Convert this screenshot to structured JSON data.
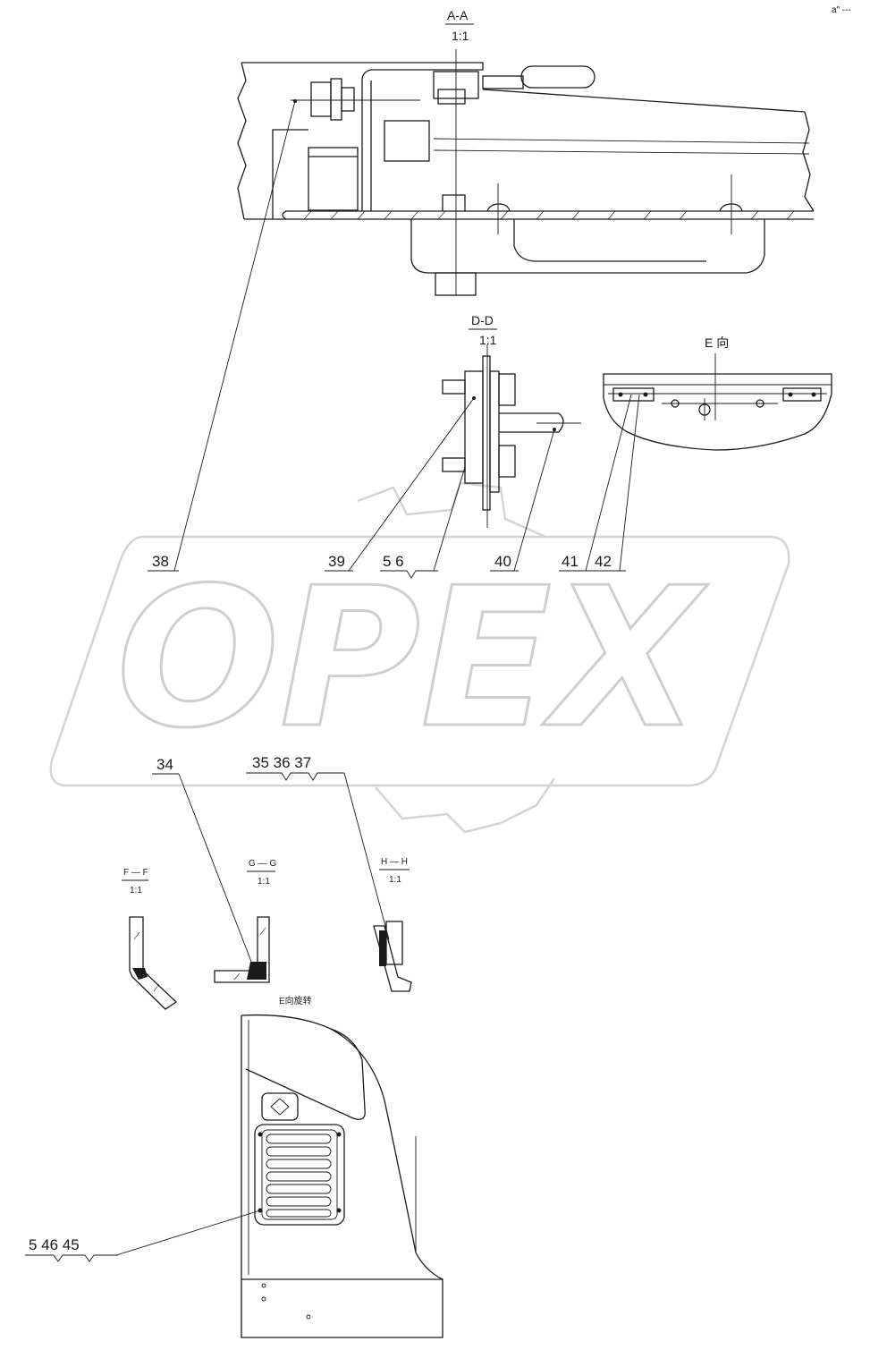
{
  "watermark": {
    "text": "OPEX"
  },
  "corner_note": "a\" ---",
  "sections": {
    "aa": {
      "title": "A-A",
      "scale": "1:1"
    },
    "dd": {
      "title": "D-D",
      "scale": "1:1"
    },
    "e_view": {
      "title": "E 向"
    },
    "ff": {
      "title": "F — F",
      "scale": "1:1"
    },
    "gg": {
      "title": "G — G",
      "scale": "1:1"
    },
    "hh": {
      "title": "H — H",
      "scale": "1:1"
    },
    "e_rotated": {
      "title": "E向旋转"
    }
  },
  "callouts": {
    "c38": "38",
    "c39": "39",
    "c5_6": "5   6",
    "c40": "40",
    "c41": "41",
    "c42": "42",
    "c34": "34",
    "c35_37": "35  36  37",
    "c5_46_45": "5   46  45"
  }
}
